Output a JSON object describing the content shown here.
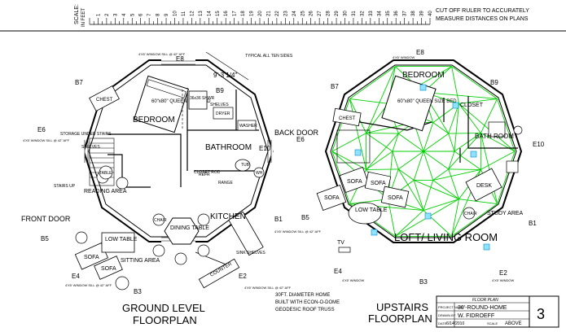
{
  "ruler": {
    "scale_label": "SCALE:",
    "unit_label": "IN FEET",
    "ticks": [
      "1",
      "2",
      "3",
      "4",
      "5",
      "6",
      "7",
      "8",
      "9",
      "10",
      "11",
      "12",
      "13",
      "14",
      "15",
      "16",
      "17",
      "18",
      "19",
      "20",
      "21",
      "22",
      "23",
      "24",
      "25",
      "26",
      "27",
      "28",
      "29",
      "30",
      "31",
      "32",
      "33",
      "34",
      "35",
      "36",
      "37",
      "38",
      "39",
      "40"
    ],
    "note_line1": "CUT OFF RULER TO ACCURATELY",
    "note_line2": "MEASURE DISTANCES ON PLANS"
  },
  "ground": {
    "title_line1": "GROUND LEVEL",
    "title_line2": "FLOORPLAN",
    "dim_label": "9'-3 1/4\"",
    "typical_note": "TYPICAL ALL TEN SIDES",
    "rooms": {
      "bedroom": "BEDROOM",
      "bathroom": "BATHROOM",
      "kitchen": "KITCHEN",
      "reading": "READING AREA",
      "sitting": "SITTING AREA",
      "back_door": "BACK DOOR",
      "front_door": "FRONT DOOR"
    },
    "furniture": {
      "bed": "60\"x80\" QUEEN SIZE BED",
      "chest": "CHEST",
      "sofa1": "SOFA",
      "sofa2": "SOFA",
      "low_table": "LOW TABLE",
      "dining_table": "DINING TABLE",
      "table": "TABLE",
      "chair": "CHAIR",
      "counter": "COUNTER",
      "storage": "STORAGE UNDER STAIRS",
      "shelves": "SHELVES",
      "stairs_up": "STAIRS UP",
      "closet_rod": "CLOSET ROD",
      "dryer": "DRYER",
      "washer": "WASHER",
      "shower": "36x36 SHWR",
      "shelves_b": "SHELVES",
      "fridge": "REFR",
      "range": "RANGE",
      "sink_shelves": "SINK SHELVES",
      "water_heater": "WH",
      "tub": "TUB"
    },
    "edges": {
      "e8": "E8",
      "b9": "B9",
      "e10": "E10",
      "b1": "B1",
      "e2": "E2",
      "b3": "B3",
      "e4": "E4",
      "b5": "B5",
      "e6": "E6",
      "b7": "B7"
    },
    "windows": {
      "w_top": "4'X5' WINDOW SILL @ 42\" AFF",
      "w_left": "4'X5' WINDOW SILL @ 42\" AFF",
      "w_right": "4'X5' WINDOW SILL @ 42\" AFF",
      "w_bottom_left": "4'X5' WINDOW SILL @ 42\" AFF",
      "w_bottom_right": "4'X5' WINDOW SILL @ 42\" AFF"
    },
    "note_line1": "30FT. DIAMETER HOME",
    "note_line2": "BUILT WITH ECON-O-DOME",
    "note_line3": "GEODESIC ROOF TRUSS"
  },
  "upstairs": {
    "title_line1": "UPSTAIRS",
    "title_line2": "FLOORPLAN",
    "rooms": {
      "bedroom": "BEDROOM",
      "closet": "CLOSET",
      "bathroom": "BATH ROOM",
      "loft": "LOFT/ LIVING ROOM",
      "study": "STUDY AREA"
    },
    "furniture": {
      "bed": "60\"x80\" QUEEN SIZE BED",
      "chest": "CHEST",
      "sofa1": "SOFA",
      "sofa2": "SOFA",
      "sofa3": "SOFA",
      "sofa4": "SOFA",
      "low_table": "LOW TABLE",
      "desk": "DESK",
      "tv": "TV",
      "chair": "CHAIR"
    },
    "edges": {
      "e8": "E8",
      "b9": "B9",
      "e10": "E10",
      "b1": "B1",
      "e2": "E2",
      "b3": "B3",
      "e4": "E4",
      "b5": "B5",
      "e6": "E6",
      "b7": "B7"
    },
    "window_top": "4'X5' WINDOW",
    "window_left": "4'X5' WINDOW",
    "window_right": "4'X5' WINDOW",
    "frame_color": "#00d000"
  },
  "title_block": {
    "header": "FLOOR PLAN",
    "project_label": "PROJECT NAME",
    "project_value": "30'-ROUND-HOME",
    "drawn_label": "DRAWN BY",
    "drawn_value": "W. FIDROEFF",
    "date_label": "DATE",
    "date_value": "6/14/2010",
    "scale_label": "SCALE",
    "scale_value": "ABOVE",
    "sheet_number": "3"
  }
}
